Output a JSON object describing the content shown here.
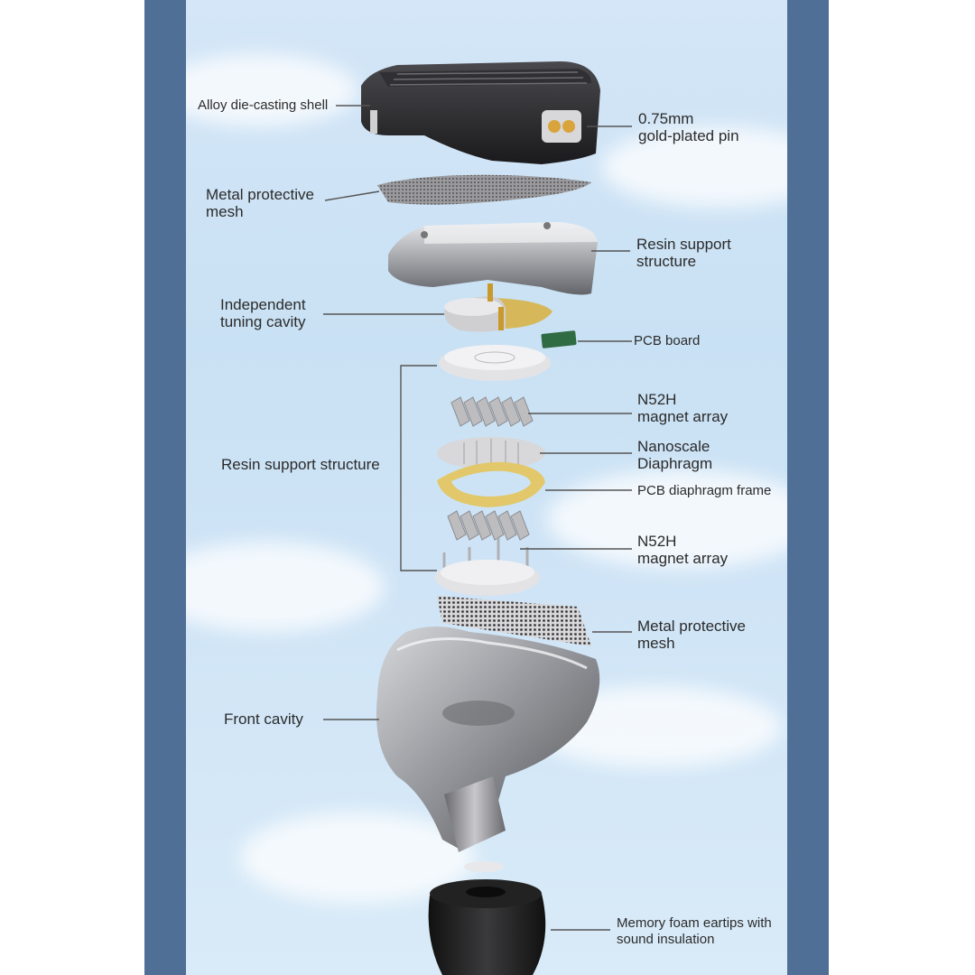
{
  "labels": {
    "alloy_shell": "Alloy die-casting shell",
    "pin": "0.75mm\ngold-plated pin",
    "metal_mesh_top": "Metal protective\nmesh",
    "resin_support_top": "Resin support\nstructure",
    "tuning_cavity": "Independent\ntuning cavity",
    "pcb_board": "PCB board",
    "magnet_array_1": "N52H\nmagnet array",
    "resin_support_side": "Resin support structure",
    "diaphragm": "Nanoscale\nDiaphragm",
    "pcb_frame": "PCB diaphragm frame",
    "magnet_array_2": "N52H\nmagnet array",
    "metal_mesh_bottom": "Metal protective\nmesh",
    "front_cavity": "Front cavity",
    "eartips": "Memory foam eartips with\nsound insulation"
  }
}
